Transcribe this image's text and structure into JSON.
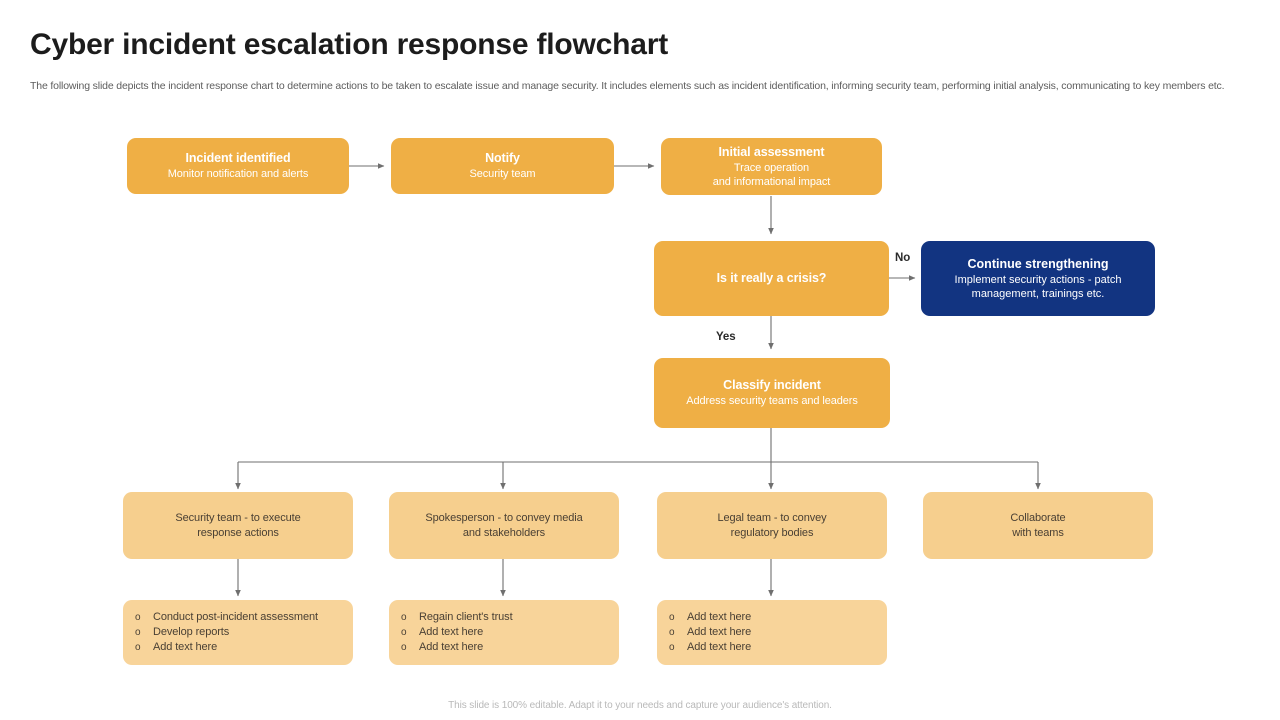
{
  "header": {
    "title": "Cyber incident escalation response flowchart",
    "subtitle": "The following slide depicts the incident response chart to determine actions to be taken to escalate issue and manage security. It includes elements such as incident identification, informing security team, performing initial analysis, communicating to key members etc."
  },
  "colors": {
    "amber": "#efaf45",
    "navy": "#123481",
    "tan": "#f6cf8e",
    "bullet_box": "#f8d49a",
    "connector": "#6f6f6f",
    "title": "#1c1c1c",
    "subtitle": "#5d5d5d",
    "footer": "#b9b9b9"
  },
  "flow": {
    "row1": [
      {
        "title": "Incident identified",
        "sub": "Monitor notification and alerts"
      },
      {
        "title": "Notify",
        "sub": "Security team"
      },
      {
        "title": "Initial assessment",
        "sub": "Trace operation\nand informational impact"
      }
    ],
    "decision": {
      "title": "Is it really a crisis?"
    },
    "branch_no": {
      "label": "No",
      "title": "Continue strengthening",
      "sub": "Implement security actions - patch management, trainings etc."
    },
    "branch_yes": {
      "label": "Yes",
      "title": "Classify incident",
      "sub": "Address security teams and leaders"
    },
    "roles": [
      {
        "text": "Security team - to execute\nresponse actions"
      },
      {
        "text": "Spokesperson - to convey media\nand stakeholders"
      },
      {
        "text": "Legal team - to convey\nregulatory bodies"
      },
      {
        "text": "Collaborate\nwith teams"
      }
    ],
    "bullet_marker": "o",
    "detail_lists": [
      {
        "items": [
          "Conduct post-incident assessment",
          "Develop reports",
          "Add text here"
        ]
      },
      {
        "items": [
          "Regain client's trust",
          "Add text here",
          "Add text here"
        ]
      },
      {
        "items": [
          "Add text here",
          "Add text here",
          "Add text here"
        ]
      }
    ]
  },
  "footer": {
    "note": "This slide is 100% editable. Adapt it to your needs and capture your audience's attention."
  }
}
